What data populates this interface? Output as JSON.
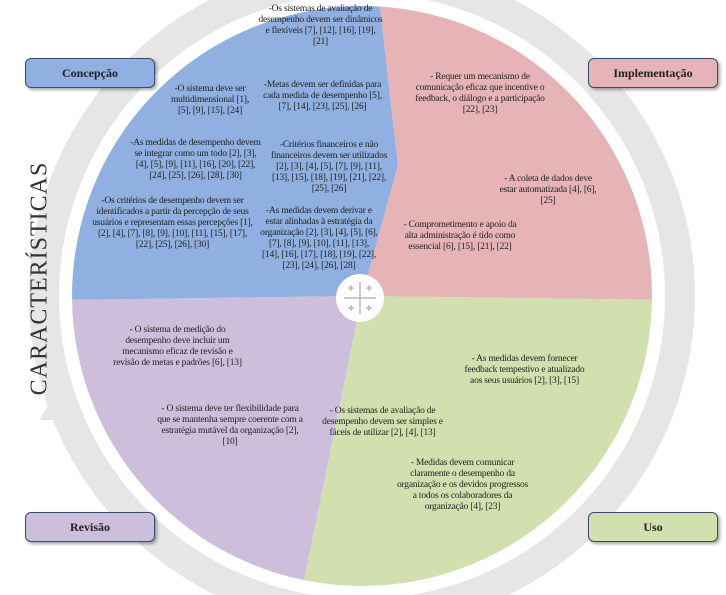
{
  "side_title": "CARACTERÍSTICAS",
  "colors": {
    "concepcao": "#8fb0e0",
    "implementacao": "#e6b4b6",
    "uso": "#d2dfae",
    "revisao": "#cdbfdc",
    "ring": "#e4e4e4"
  },
  "center_icon": "crosshair-icon",
  "phases": {
    "concepcao": {
      "label": "Concepção",
      "items": [
        "-Os sistemas de avaliação de desempenho devem ser dinâmicos e flexíveis [7], [12], [16], [19], [21]",
        "-O sistema deve ser multidimensional [1], [5], [9], [15], [24]",
        "-Metas devem ser definidas para cada medida de desempenho [5], [7], [14], [23], [25], [26]",
        "-As medidas de desempenho devem se integrar como um todo [2], [3], [4], [5], [9], [11], [16], [20], [22], [24], [25], [26], [28], [30]",
        "-Critérios financeiros e não financeiros devem ser utilizados [2], [3], [4], [5], [7], [9], [11], [13], [15], [18], [19], [21], [22], [25], [26]",
        "-Os critérios de desempenho devem ser identificados a partir da percepção de seus usuários e representam essas percepções [1], [2], [4], [7], [8], [9], [10], [11], [15], [17], [22], [25], [26], [30]",
        "-As medidas devem derivar e estar alinhadas à estratégia da organização [2], [3], [4], [5], [6], [7], [8], [9], [10], [11], [13], [14], [16], [17], [18], [19], [22], [23], [24], [26], [28]"
      ]
    },
    "implementacao": {
      "label": "Implementação",
      "items": [
        "- Requer um mecanismo de comunicação eficaz que incentive o feedback, o diálogo e a participação [22], [23]",
        "- A coleta de dados deve estar automatizada [4], [6], [25]",
        "- Comprometimento e apoio da alta administração é tido como essencial [6], [15], [21], [22]"
      ]
    },
    "uso": {
      "label": "Uso",
      "items": [
        "- As medidas devem fornecer feedback tempestivo e atualizado aos seus usuários [2], [3], [15]",
        "- Os sistemas de avaliação de desempenho devem ser simples e fáceis de utilizar [2], [4], [13]",
        "- Medidas devem comunicar claramente o desempenho da organização e os devidos progressos a todos os colaboradores da organização [4], [23]"
      ]
    },
    "revisao": {
      "label": "Revisão",
      "items": [
        "- O sistema de medição do desempenho deve incluir um mecanismo eficaz de revisão e revisão de metas e padrões [6], [13]",
        "- O sistema deve ter flexibilidade para que se mantenha sempre coerente com a estratégia mutável da organização [2], [10]"
      ]
    }
  }
}
